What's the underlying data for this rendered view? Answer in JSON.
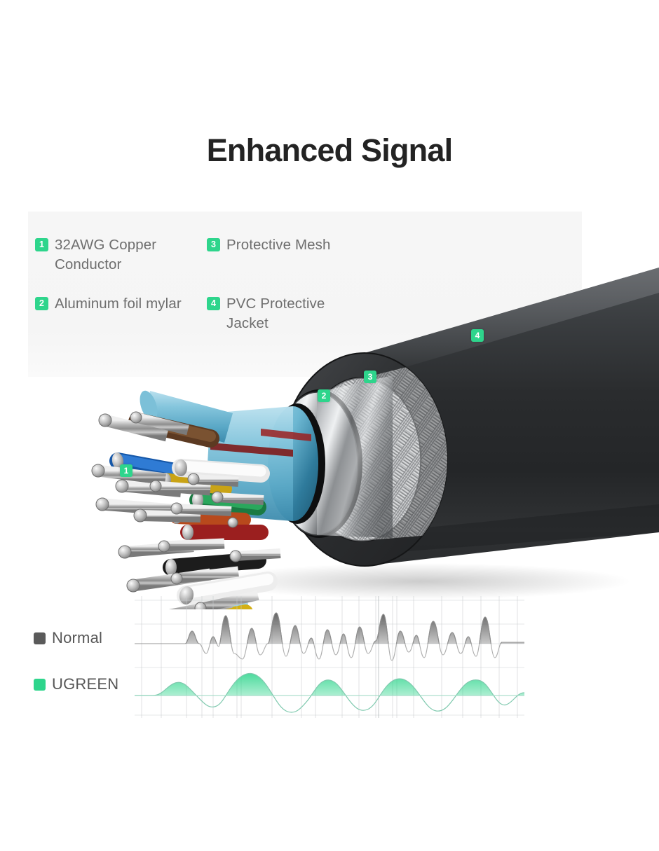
{
  "header": {
    "title": "Enhanced Signal"
  },
  "colors": {
    "brand_green": "#2ed58c",
    "normal_gray": "#5a5a5a",
    "panel_background": "#f5f5f5",
    "title_text": "#232323",
    "label_text": "#6e6e6e"
  },
  "spec_panel": {
    "items": [
      {
        "number": "1",
        "label": "32AWG Copper Conductor"
      },
      {
        "number": "3",
        "label": "Protective Mesh"
      },
      {
        "number": "2",
        "label": "Aluminum foil mylar"
      },
      {
        "number": "4",
        "label": "PVC Protective Jacket"
      }
    ]
  },
  "cable_callouts": [
    {
      "number": "1",
      "refers_to": "32AWG Copper Conductor"
    },
    {
      "number": "2",
      "refers_to": "Aluminum foil mylar"
    },
    {
      "number": "3",
      "refers_to": "Protective Mesh"
    },
    {
      "number": "4",
      "refers_to": "PVC Protective Jacket"
    }
  ],
  "chart_data": {
    "type": "line",
    "title": "",
    "xlabel": "",
    "ylabel": "",
    "grid": true,
    "legend_position": "left",
    "series": [
      {
        "name": "Normal",
        "color": "#5a5a5a",
        "description": "Noisy high-frequency signal with many irregular sharp spikes and deep troughs",
        "baseline": 0,
        "values": [
          0,
          0,
          0,
          0,
          0,
          0,
          0,
          0,
          0.05,
          0.55,
          0.1,
          -0.45,
          0.35,
          -0.5,
          0.95,
          0.15,
          -0.55,
          0.2,
          0.7,
          0.1,
          -0.5,
          0.25,
          0.45,
          -0.15,
          -0.55,
          1.05,
          0.3,
          -0.45,
          0.2,
          0.6,
          0.15,
          -0.5,
          0.3,
          0.55,
          -0.2,
          -0.5,
          0.45,
          0.05,
          -0.4,
          0.55,
          0.2,
          -0.55,
          0.95,
          -0.6,
          0.35,
          0.15,
          -0.45,
          0.55,
          0.1,
          -0.5,
          0.4,
          0.2,
          -0.35,
          0.85,
          0.2,
          -0.45,
          0.5,
          0.05,
          -0.4,
          0.45,
          0.35,
          -0.5,
          0.9,
          0.1,
          -0.55,
          0.15,
          0.05,
          0.05,
          0.05
        ]
      },
      {
        "name": "UGREEN",
        "color": "#2ed58c",
        "description": "Smooth clean low-frequency wave with even rounded peaks",
        "baseline": 0,
        "values": [
          0,
          0,
          0.02,
          0.1,
          0.28,
          0.38,
          0.3,
          0.12,
          -0.12,
          -0.3,
          -0.32,
          -0.18,
          0.1,
          0.42,
          0.68,
          0.78,
          0.72,
          0.52,
          0.22,
          -0.1,
          -0.3,
          -0.38,
          -0.32,
          -0.2,
          0.0,
          0.25,
          0.5,
          0.6,
          0.52,
          0.3,
          0.02,
          -0.22,
          -0.3,
          -0.22,
          0.0,
          0.3,
          0.55,
          0.68,
          0.62,
          0.4,
          0.12,
          -0.12,
          -0.28,
          -0.25,
          -0.05,
          0.25,
          0.52,
          0.66,
          0.6,
          0.38,
          0.1,
          -0.12,
          -0.2,
          -0.05,
          0.15,
          0.25,
          0.2,
          0.08,
          0.0,
          0.0
        ]
      }
    ],
    "legend": [
      {
        "label": "Normal",
        "color": "#5a5a5a"
      },
      {
        "label": "UGREEN",
        "color": "#2ed58c"
      }
    ]
  }
}
